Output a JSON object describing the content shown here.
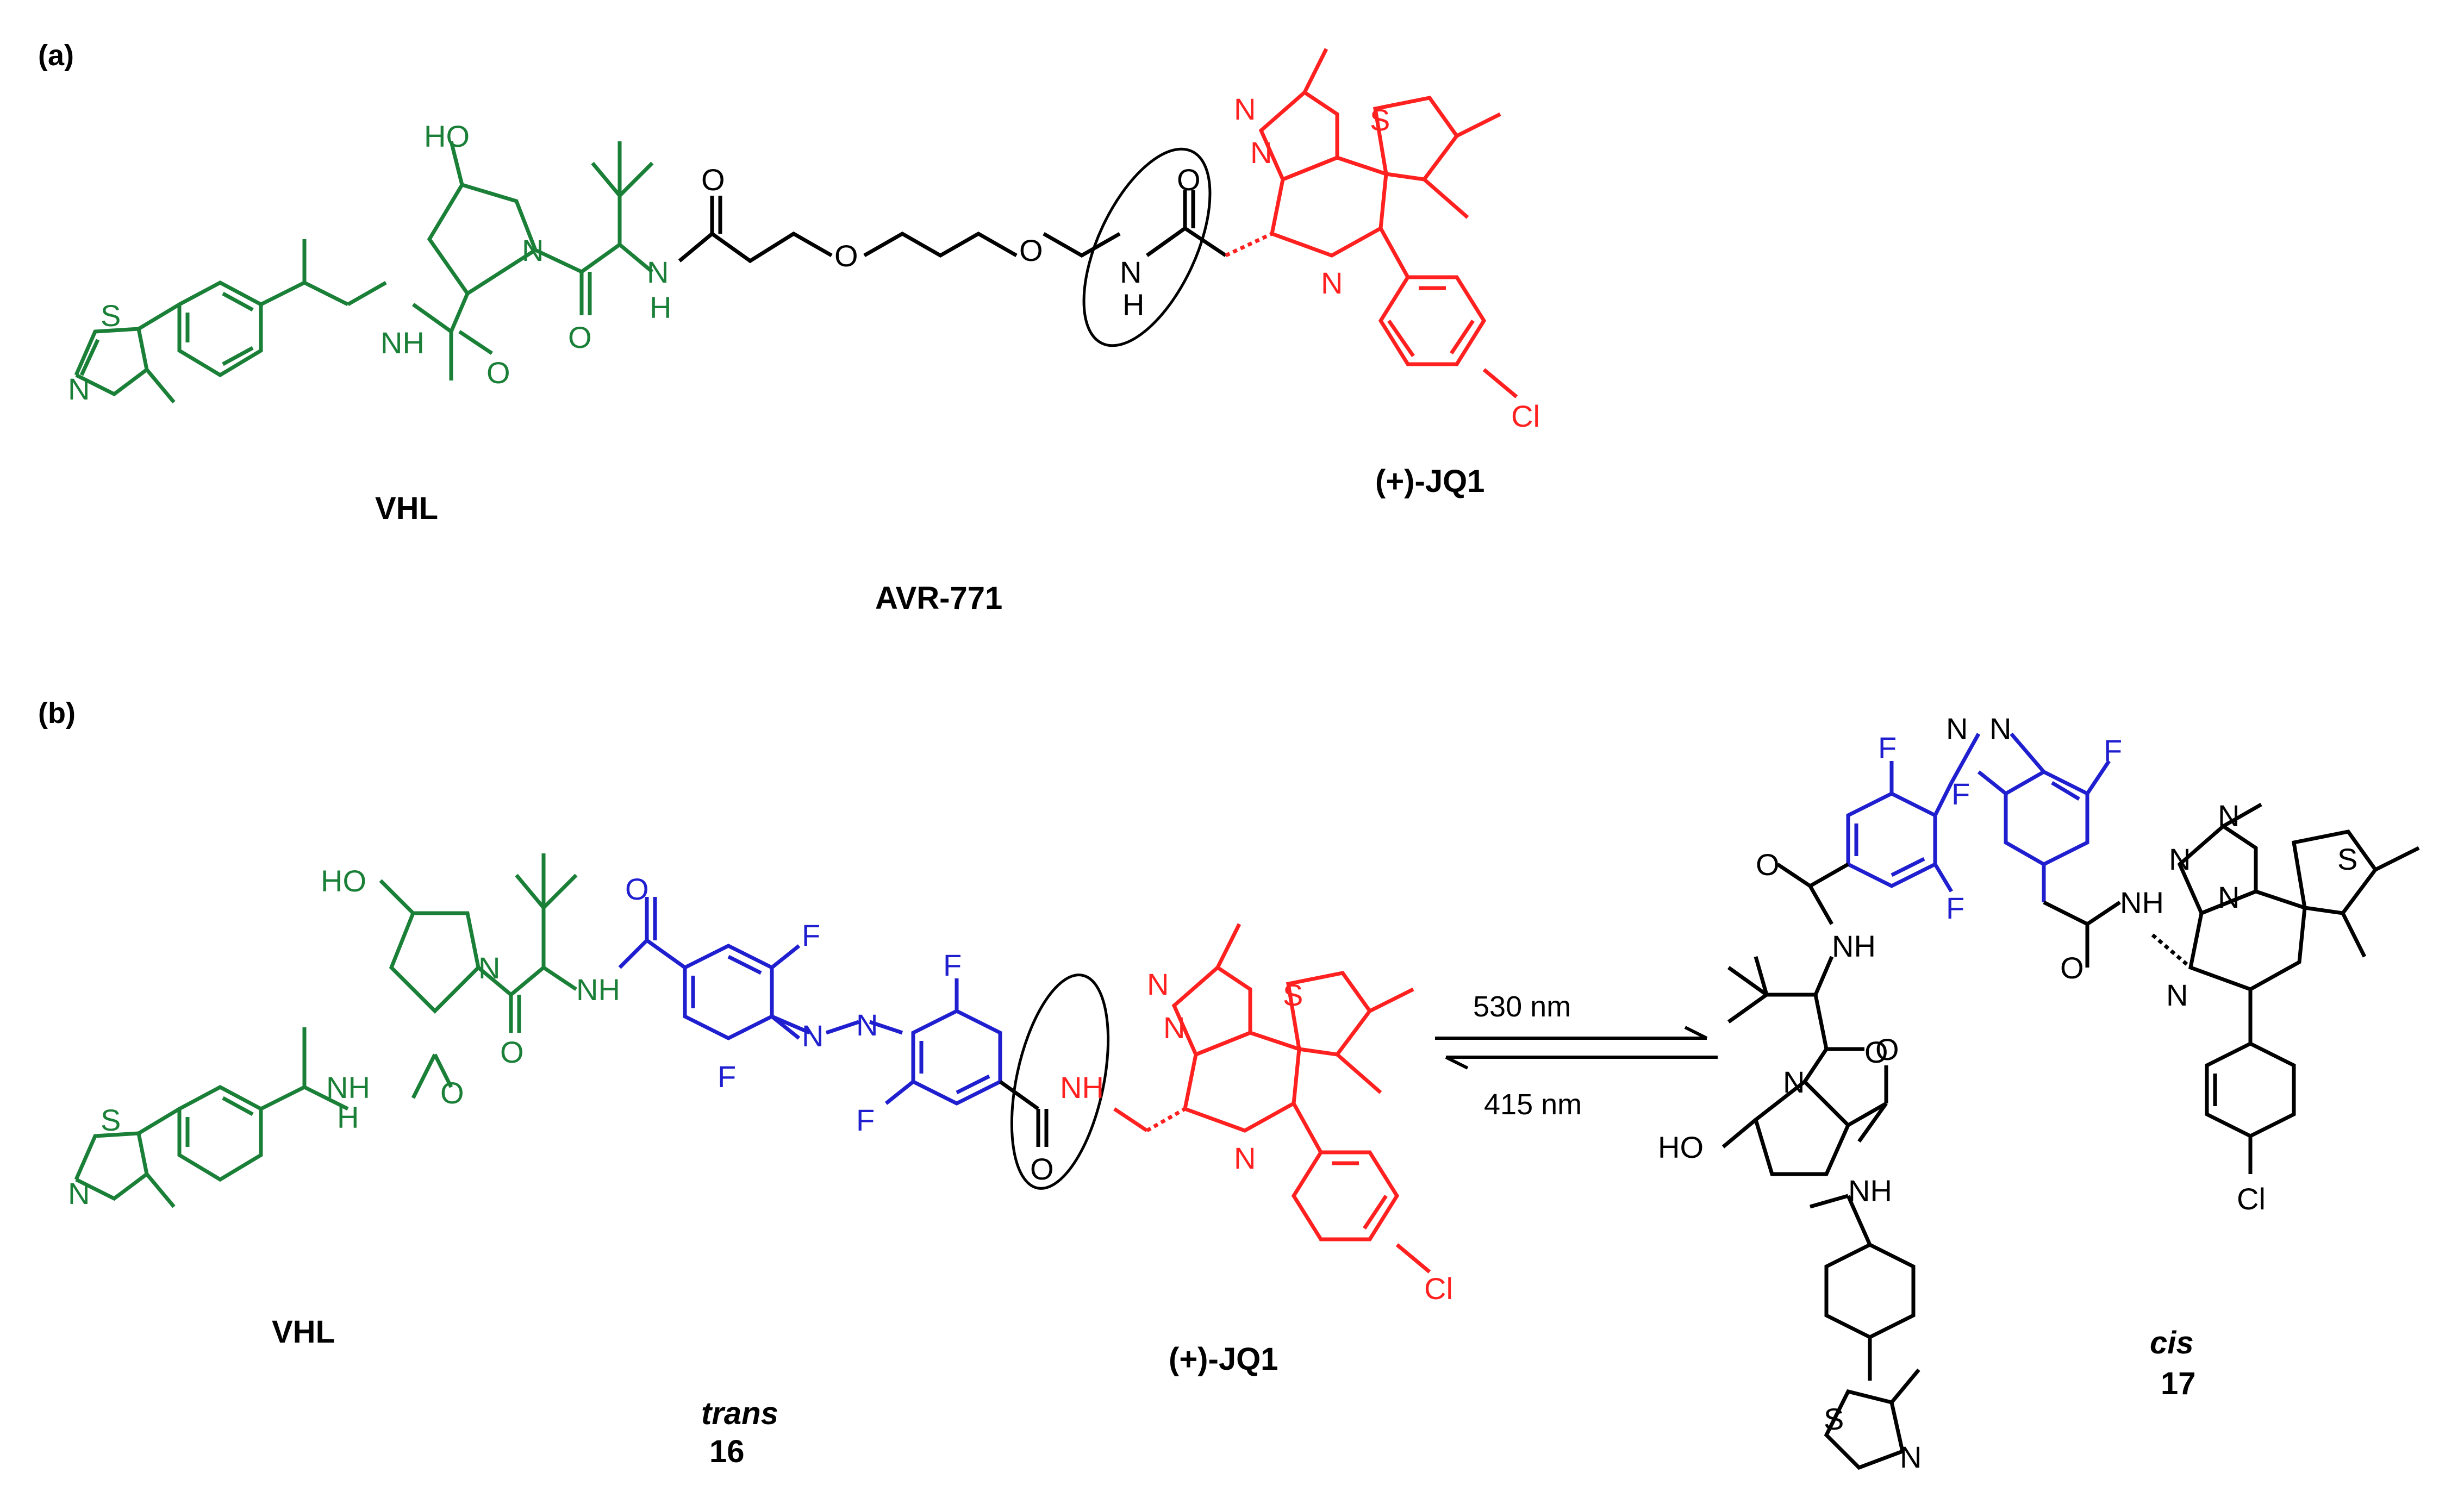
{
  "colors": {
    "vhl": "#1a7f37",
    "linker": "#000000",
    "jq1": "#ff2020",
    "azo": "#1f1fd0",
    "ink": "#000000"
  },
  "panel_a": {
    "label": "(a)",
    "vhl_label": "VHL",
    "jq1_label": "(+)-JQ1",
    "compound_name": "AVR-771"
  },
  "panel_b": {
    "label": "(b)",
    "vhl_label": "VHL",
    "jq1_label": "(+)-JQ1",
    "trans_label": "trans",
    "trans_number": "16",
    "cis_label": "cis",
    "cis_number": "17",
    "forward_wavelength": "530 nm",
    "reverse_wavelength": "415 nm"
  },
  "atoms": {
    "S": "S",
    "N": "N",
    "O": "O",
    "H": "H",
    "F": "F",
    "Cl": "Cl",
    "NH": "NH",
    "HO": "HO"
  }
}
